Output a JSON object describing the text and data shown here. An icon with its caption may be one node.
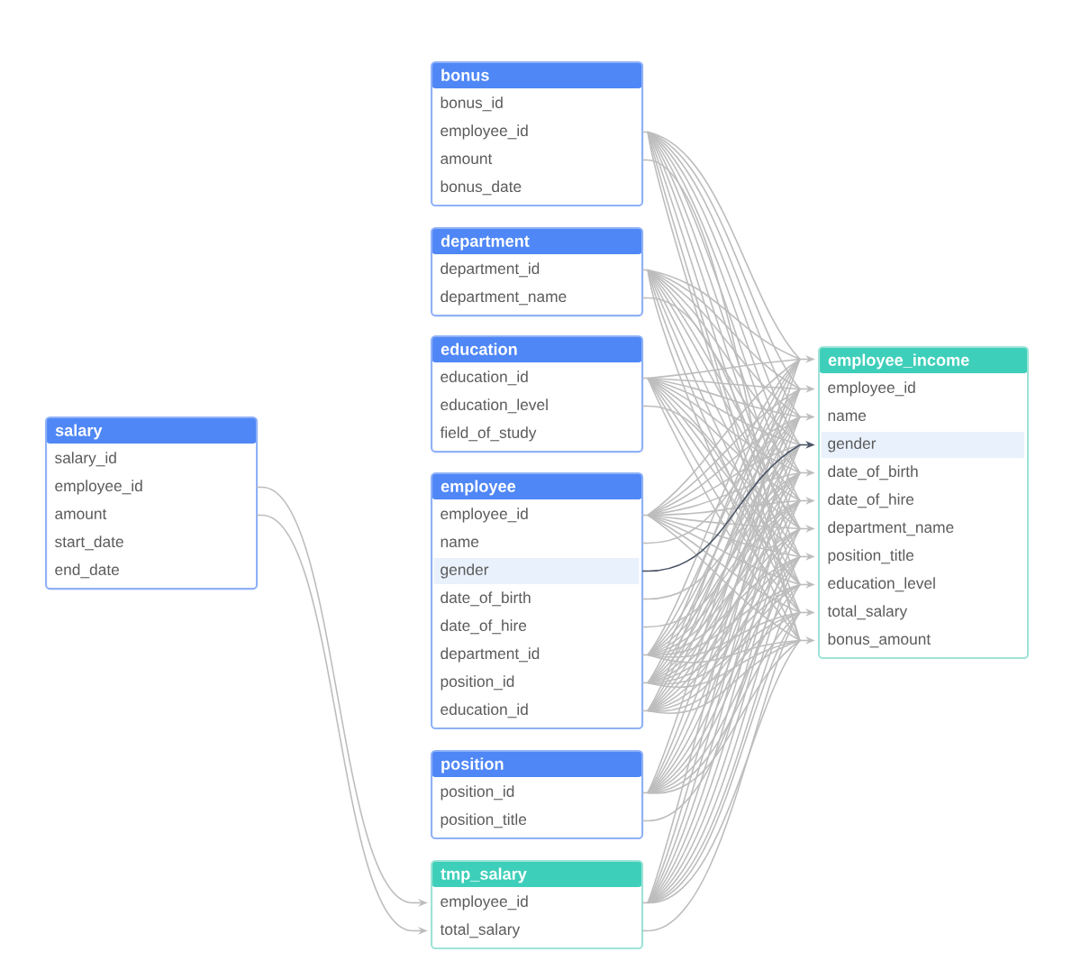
{
  "diagram": {
    "nodes": [
      {
        "text": [
          "salary"
        ]
      },
      {
        "text": [
          "salary_id"
        ],
        "in": 0
      },
      {
        "text": [
          "employee_id"
        ],
        "in": 0
      },
      {
        "text": [
          "amount"
        ],
        "in": 0
      },
      {
        "text": [
          "start_date"
        ],
        "in": 0
      },
      {
        "text": [
          "end_date"
        ],
        "in": 0
      },
      {
        "text": [
          "bonus"
        ]
      },
      {
        "text": [
          "bonus_id"
        ],
        "in": 6
      },
      {
        "text": [
          "employee_id"
        ],
        "in": 6
      },
      {
        "text": [
          "amount"
        ],
        "in": 6
      },
      {
        "text": [
          "bonus_date"
        ],
        "in": 6
      },
      {
        "text": [
          "department"
        ]
      },
      {
        "text": [
          "department_id"
        ],
        "in": 11
      },
      {
        "text": [
          "department_name"
        ],
        "in": 11
      },
      {
        "text": [
          "education"
        ]
      },
      {
        "text": [
          "education_id"
        ],
        "in": 14
      },
      {
        "text": [
          "education_level"
        ],
        "in": 14
      },
      {
        "text": [
          "field_of_study"
        ],
        "in": 14
      },
      {
        "text": [
          "employee"
        ]
      },
      {
        "text": [
          "employee_id"
        ],
        "in": 18
      },
      {
        "text": [
          "name"
        ],
        "in": 18
      },
      {
        "text": [
          "gender"
        ],
        "in": 18
      },
      {
        "text": [
          "date_of_birth"
        ],
        "in": 18
      },
      {
        "text": [
          "date_of_hire"
        ],
        "in": 18
      },
      {
        "text": [
          "department_id"
        ],
        "in": 18
      },
      {
        "text": [
          "position_id"
        ],
        "in": 18
      },
      {
        "text": [
          "education_id"
        ],
        "in": 18
      },
      {
        "text": [
          "position"
        ]
      },
      {
        "text": [
          "position_id"
        ],
        "in": 27
      },
      {
        "text": [
          "position_title"
        ],
        "in": 27
      },
      {
        "text": [
          "tmp_salary"
        ]
      },
      {
        "text": [
          "employee_id"
        ],
        "in": 30
      },
      {
        "text": [
          "total_salary"
        ],
        "in": 30
      },
      {
        "text": [
          "employee_income"
        ]
      },
      {
        "text": [
          "employee_id"
        ],
        "in": 33
      },
      {
        "text": [
          "name"
        ],
        "in": 33
      },
      {
        "text": [
          "gender"
        ],
        "in": 33
      },
      {
        "text": [
          "date_of_birth"
        ],
        "in": 33
      },
      {
        "text": [
          "date_of_hire"
        ],
        "in": 33
      },
      {
        "text": [
          "department_name"
        ],
        "in": 33
      },
      {
        "text": [
          "position_title"
        ],
        "in": 33
      },
      {
        "text": [
          "education_level"
        ],
        "in": 33
      },
      {
        "text": [
          "total_salary"
        ],
        "in": 33
      },
      {
        "text": [
          "bonus_amount"
        ],
        "in": 33
      }
    ],
    "edges": [
      {
        "from": 2,
        "to": 31,
        "arrow": "to"
      },
      {
        "from": 3,
        "to": 32,
        "arrow": "to"
      },
      {
        "from": 8,
        "to": 33,
        "arrow": "to"
      },
      {
        "from": 8,
        "to": 34,
        "arrow": "to"
      },
      {
        "from": 8,
        "to": 35,
        "arrow": "to"
      },
      {
        "from": 8,
        "to": 36,
        "arrow": "to"
      },
      {
        "from": 8,
        "to": 37,
        "arrow": "to"
      },
      {
        "from": 8,
        "to": 38,
        "arrow": "to"
      },
      {
        "from": 8,
        "to": 39,
        "arrow": "to"
      },
      {
        "from": 8,
        "to": 40,
        "arrow": "to"
      },
      {
        "from": 8,
        "to": 41,
        "arrow": "to"
      },
      {
        "from": 8,
        "to": 42,
        "arrow": "to"
      },
      {
        "from": 8,
        "to": 43,
        "arrow": "to"
      },
      {
        "from": 12,
        "to": 33,
        "arrow": "to"
      },
      {
        "from": 12,
        "to": 34,
        "arrow": "to"
      },
      {
        "from": 12,
        "to": 35,
        "arrow": "to"
      },
      {
        "from": 12,
        "to": 36,
        "arrow": "to"
      },
      {
        "from": 12,
        "to": 37,
        "arrow": "to"
      },
      {
        "from": 12,
        "to": 38,
        "arrow": "to"
      },
      {
        "from": 12,
        "to": 39,
        "arrow": "to"
      },
      {
        "from": 12,
        "to": 40,
        "arrow": "to"
      },
      {
        "from": 12,
        "to": 41,
        "arrow": "to"
      },
      {
        "from": 12,
        "to": 42,
        "arrow": "to"
      },
      {
        "from": 12,
        "to": 43,
        "arrow": "to"
      },
      {
        "from": 15,
        "to": 33,
        "arrow": "to"
      },
      {
        "from": 15,
        "to": 34,
        "arrow": "to"
      },
      {
        "from": 15,
        "to": 35,
        "arrow": "to"
      },
      {
        "from": 15,
        "to": 36,
        "arrow": "to"
      },
      {
        "from": 15,
        "to": 37,
        "arrow": "to"
      },
      {
        "from": 15,
        "to": 38,
        "arrow": "to"
      },
      {
        "from": 15,
        "to": 39,
        "arrow": "to"
      },
      {
        "from": 15,
        "to": 40,
        "arrow": "to"
      },
      {
        "from": 15,
        "to": 41,
        "arrow": "to"
      },
      {
        "from": 15,
        "to": 42,
        "arrow": "to"
      },
      {
        "from": 15,
        "to": 43,
        "arrow": "to"
      },
      {
        "from": 19,
        "to": 33,
        "arrow": "to"
      },
      {
        "from": 19,
        "to": 34,
        "arrow": "to"
      },
      {
        "from": 19,
        "to": 35,
        "arrow": "to"
      },
      {
        "from": 19,
        "to": 36,
        "arrow": "to"
      },
      {
        "from": 19,
        "to": 37,
        "arrow": "to"
      },
      {
        "from": 19,
        "to": 38,
        "arrow": "to"
      },
      {
        "from": 19,
        "to": 39,
        "arrow": "to"
      },
      {
        "from": 19,
        "to": 40,
        "arrow": "to"
      },
      {
        "from": 19,
        "to": 41,
        "arrow": "to"
      },
      {
        "from": 19,
        "to": 42,
        "arrow": "to"
      },
      {
        "from": 19,
        "to": 43,
        "arrow": "to"
      },
      {
        "from": 24,
        "to": 33,
        "arrow": "to"
      },
      {
        "from": 24,
        "to": 34,
        "arrow": "to"
      },
      {
        "from": 24,
        "to": 35,
        "arrow": "to"
      },
      {
        "from": 24,
        "to": 36,
        "arrow": "to"
      },
      {
        "from": 24,
        "to": 37,
        "arrow": "to"
      },
      {
        "from": 24,
        "to": 38,
        "arrow": "to"
      },
      {
        "from": 24,
        "to": 39,
        "arrow": "to"
      },
      {
        "from": 24,
        "to": 40,
        "arrow": "to"
      },
      {
        "from": 24,
        "to": 41,
        "arrow": "to"
      },
      {
        "from": 24,
        "to": 42,
        "arrow": "to"
      },
      {
        "from": 24,
        "to": 43,
        "arrow": "to"
      },
      {
        "from": 25,
        "to": 33,
        "arrow": "to"
      },
      {
        "from": 25,
        "to": 34,
        "arrow": "to"
      },
      {
        "from": 25,
        "to": 35,
        "arrow": "to"
      },
      {
        "from": 25,
        "to": 36,
        "arrow": "to"
      },
      {
        "from": 25,
        "to": 37,
        "arrow": "to"
      },
      {
        "from": 25,
        "to": 38,
        "arrow": "to"
      },
      {
        "from": 25,
        "to": 39,
        "arrow": "to"
      },
      {
        "from": 25,
        "to": 40,
        "arrow": "to"
      },
      {
        "from": 25,
        "to": 41,
        "arrow": "to"
      },
      {
        "from": 25,
        "to": 42,
        "arrow": "to"
      },
      {
        "from": 25,
        "to": 43,
        "arrow": "to"
      },
      {
        "from": 26,
        "to": 33,
        "arrow": "to"
      },
      {
        "from": 26,
        "to": 34,
        "arrow": "to"
      },
      {
        "from": 26,
        "to": 35,
        "arrow": "to"
      },
      {
        "from": 26,
        "to": 36,
        "arrow": "to"
      },
      {
        "from": 26,
        "to": 37,
        "arrow": "to"
      },
      {
        "from": 26,
        "to": 38,
        "arrow": "to"
      },
      {
        "from": 26,
        "to": 39,
        "arrow": "to"
      },
      {
        "from": 26,
        "to": 40,
        "arrow": "to"
      },
      {
        "from": 26,
        "to": 41,
        "arrow": "to"
      },
      {
        "from": 26,
        "to": 42,
        "arrow": "to"
      },
      {
        "from": 26,
        "to": 43,
        "arrow": "to"
      },
      {
        "from": 28,
        "to": 33,
        "arrow": "to"
      },
      {
        "from": 28,
        "to": 34,
        "arrow": "to"
      },
      {
        "from": 28,
        "to": 35,
        "arrow": "to"
      },
      {
        "from": 28,
        "to": 36,
        "arrow": "to"
      },
      {
        "from": 28,
        "to": 37,
        "arrow": "to"
      },
      {
        "from": 28,
        "to": 38,
        "arrow": "to"
      },
      {
        "from": 28,
        "to": 39,
        "arrow": "to"
      },
      {
        "from": 28,
        "to": 40,
        "arrow": "to"
      },
      {
        "from": 28,
        "to": 41,
        "arrow": "to"
      },
      {
        "from": 28,
        "to": 42,
        "arrow": "to"
      },
      {
        "from": 28,
        "to": 43,
        "arrow": "to"
      },
      {
        "from": 31,
        "to": 33,
        "arrow": "to"
      },
      {
        "from": 31,
        "to": 34,
        "arrow": "to"
      },
      {
        "from": 31,
        "to": 35,
        "arrow": "to"
      },
      {
        "from": 31,
        "to": 36,
        "arrow": "to"
      },
      {
        "from": 31,
        "to": 37,
        "arrow": "to"
      },
      {
        "from": 31,
        "to": 38,
        "arrow": "to"
      },
      {
        "from": 31,
        "to": 39,
        "arrow": "to"
      },
      {
        "from": 31,
        "to": 40,
        "arrow": "to"
      },
      {
        "from": 31,
        "to": 41,
        "arrow": "to"
      },
      {
        "from": 31,
        "to": 42,
        "arrow": "to"
      },
      {
        "from": 31,
        "to": 43,
        "arrow": "to"
      },
      {
        "from": 9,
        "to": 43,
        "arrow": "to"
      },
      {
        "from": 13,
        "to": 39,
        "arrow": "to"
      },
      {
        "from": 16,
        "to": 41,
        "arrow": "to"
      },
      {
        "from": 20,
        "to": 35,
        "arrow": "to"
      },
      {
        "from": 21,
        "to": 36,
        "arrow": "to",
        "color": "#4b5567"
      },
      {
        "from": 22,
        "to": 37,
        "arrow": "to"
      },
      {
        "from": 23,
        "to": 38,
        "arrow": "to"
      },
      {
        "from": 29,
        "to": 40,
        "arrow": "to"
      },
      {
        "from": 32,
        "to": 42,
        "arrow": "to"
      }
    ]
  }
}
